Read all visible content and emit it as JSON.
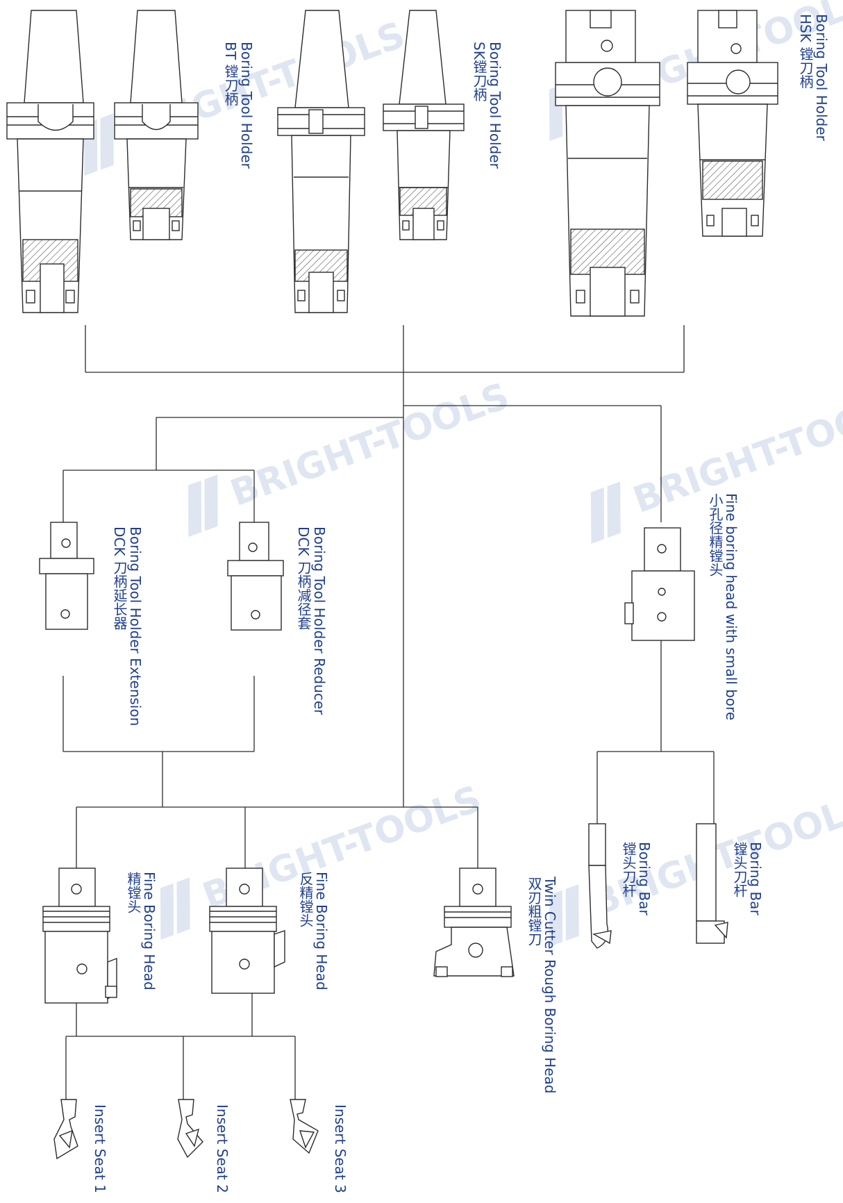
{
  "watermark": {
    "text": "BRIGHT-TOOLS",
    "color": "#dfe6f2"
  },
  "colors": {
    "label": "#1f3f8f",
    "line": "#2b2b2b",
    "hatch": "#555555"
  },
  "labels": {
    "bt": {
      "en": "Boring Tool Holder",
      "cn": "BT 镗刀柄"
    },
    "sk": {
      "en": "Boring Tool Holder",
      "cn": "SK镗刀柄"
    },
    "hsk": {
      "en": "Boring Tool Holder",
      "cn": "HSK 镗刀柄"
    },
    "extension": {
      "en": "Boring Tool Holder Extension",
      "cn": "DCK 刀柄延长器"
    },
    "reducer": {
      "en": "Boring Tool Holder Reducer",
      "cn": "DCK 刀柄减径套"
    },
    "fine_small": {
      "en": "Fine boring head with small bore",
      "cn": "小孔径精镗头"
    },
    "fine_head": {
      "en": "Fine Boring Head",
      "cn": "精镗头"
    },
    "back_fine": {
      "en": "Fine Boring Head",
      "cn": "反精镗头"
    },
    "twin": {
      "en": "Twin Cutter Rough Boring Head",
      "cn": "双刃粗镗刀"
    },
    "bar1": {
      "en": "Boring Bar",
      "cn": "镗头刀杆"
    },
    "bar2": {
      "en": "Boring Bar",
      "cn": "镗头刀杆"
    },
    "seat1": "Insert Seat 1",
    "seat2": "Insert Seat 2",
    "seat3": "Insert Seat 3"
  }
}
